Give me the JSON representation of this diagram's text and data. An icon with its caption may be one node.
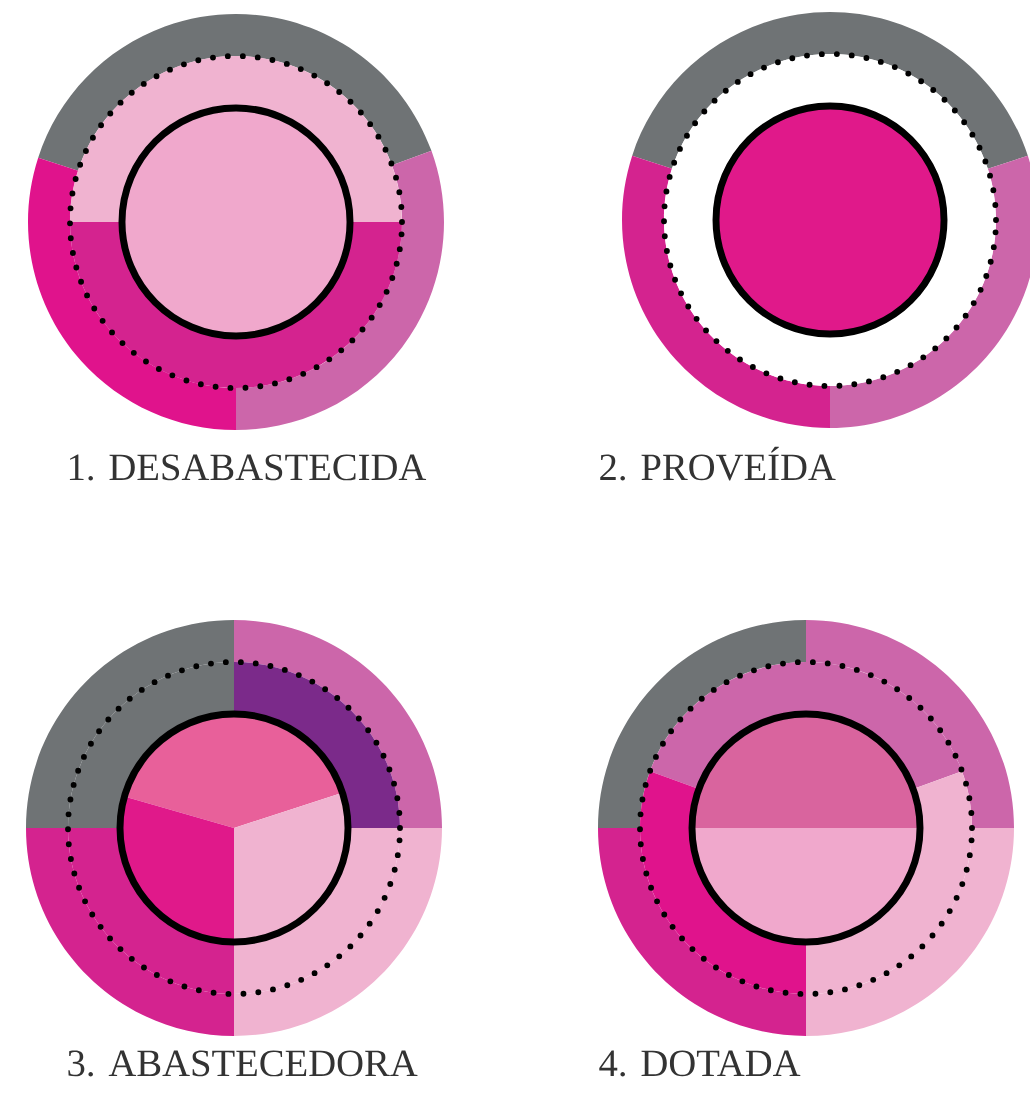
{
  "diagram": {
    "labels": [
      "1. DESABASTECIDA",
      "2. PROVEÍDA",
      "3. ABASTECEDORA",
      "4. DOTADA"
    ]
  }
}
